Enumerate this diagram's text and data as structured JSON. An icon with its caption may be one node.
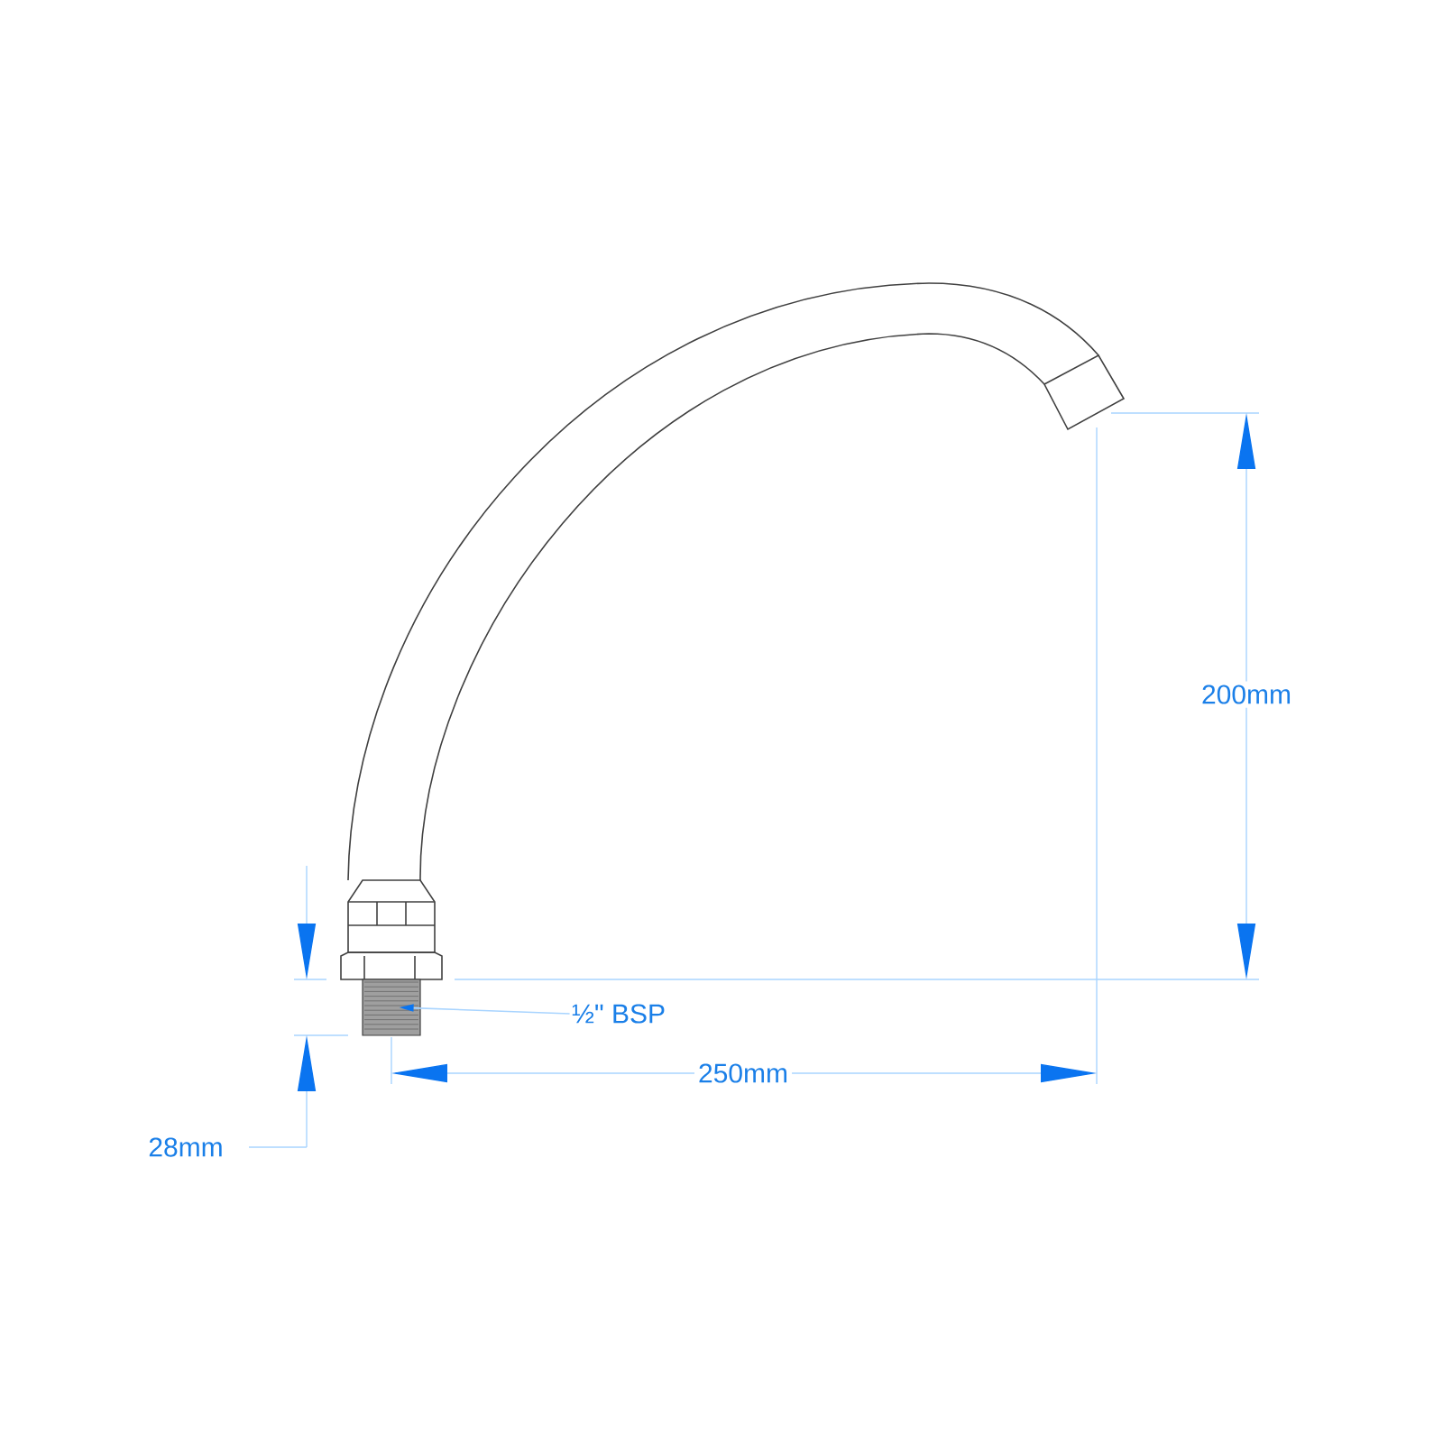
{
  "diagram": {
    "nodes": [
      {
        "text": [
          "½\" BSP"
        ]
      },
      {
        "text": [],
        "shape": "picture"
      }
    ],
    "edges": [
      {
        "from": 0,
        "to": 1,
        "arrow": "to"
      }
    ],
    "labels": [
      "200mm",
      "250mm",
      "28mm"
    ]
  }
}
